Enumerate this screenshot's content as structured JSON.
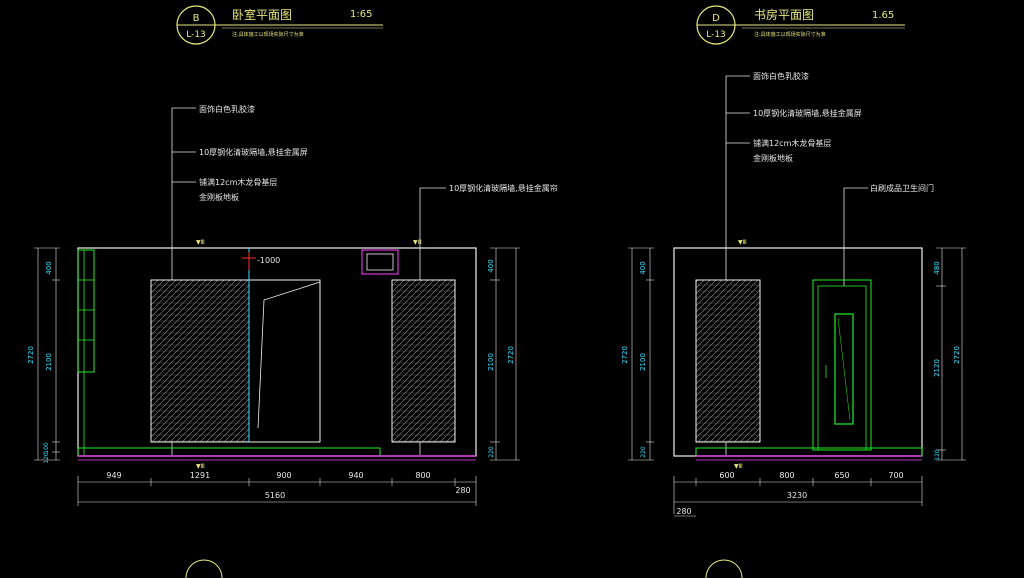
{
  "left": {
    "badge_top": "B",
    "badge_bottom": "L-13",
    "title": "卧室平面图",
    "scale": "1:65",
    "subtitle": "注:具体施工以现场实际尺寸为准",
    "annotations": [
      "面饰白色乳胶漆",
      "10厚钢化清玻隔墙,悬挂金属屏",
      "铺满12cm木龙骨基层",
      "金刚板地板",
      "10厚钢化清玻隔墙,悬挂金属帘"
    ],
    "level_mark": "-1000",
    "marker": "▼Ⅲ",
    "left_dims": [
      "400",
      "2100",
      "2720",
      "100",
      "120"
    ],
    "right_dims": [
      "400",
      "2100",
      "2720",
      "220"
    ],
    "bottom_dims": [
      "949",
      "1291",
      "900",
      "940",
      "800"
    ],
    "total": "5160",
    "extra": "280"
  },
  "right": {
    "badge_top": "D",
    "badge_bottom": "L-13",
    "title": "书房平面图",
    "scale": "1.65",
    "subtitle": "注:具体施工以现场实际尺寸为准",
    "annotations": [
      "面饰白色乳胶漆",
      "10厚钢化清玻隔墙,悬挂金属屏",
      "铺满12cm木龙骨基层",
      "金刚板地板",
      "白刷成品卫生间门"
    ],
    "marker": "▼Ⅲ",
    "left_dims": [
      "400",
      "2100",
      "2720",
      "220"
    ],
    "right_dims": [
      "480",
      "2120",
      "2720",
      "120"
    ],
    "bottom_dims": [
      "600",
      "800",
      "650",
      "700"
    ],
    "total": "3230",
    "extra": "280"
  },
  "colors": {
    "wall": "#f2f2f2",
    "green": "#22ee22",
    "magenta": "#ff40ff",
    "cyan": "#33e0ff",
    "yellow": "#e8e880",
    "red": "#ff3030"
  }
}
